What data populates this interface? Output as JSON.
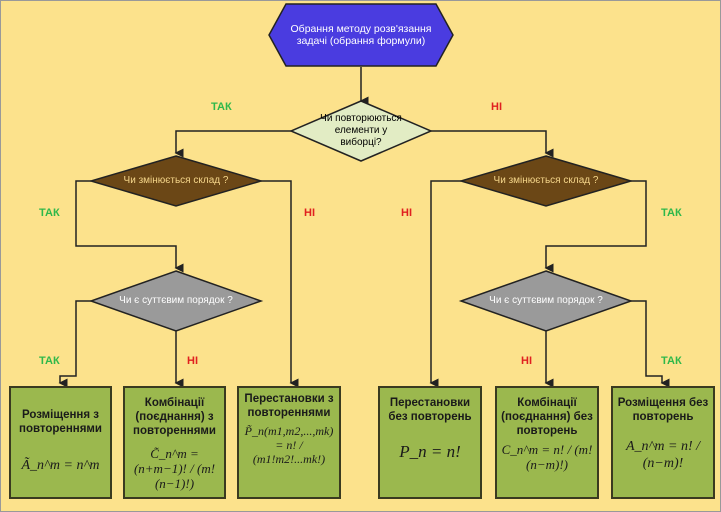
{
  "start": "Обрання методу розв'язання задачі (обрання формули)",
  "q_repeat": "Чи повторюються елементи у виборці?",
  "q_change_left": "Чи змінюється склад ?",
  "q_change_right": "Чи змінюється склад ?",
  "q_order_left": "Чи є суттєвим порядок ?",
  "q_order_right": "Чи є суттєвим порядок ?",
  "yes": "ТАК",
  "no": "НІ",
  "boxes": [
    {
      "title": "Розміщення з повтореннями",
      "formula": "Ã_n^m = n^m"
    },
    {
      "title": "Комбінації (поєднання) з повтореннями",
      "formula": "C̃_n^m = (n+m−1)! / (m!(n−1)!)"
    },
    {
      "title": "Перестановки з повтореннями",
      "formula": "P̃_n(m1,m2,...,mk) = n! / (m1!m2!...mk!)"
    },
    {
      "title": "Перестановки без повторень",
      "formula": "P_n = n!"
    },
    {
      "title": "Комбінації (поєднання) без повторень",
      "formula": "C_n^m = n! / (m!(n−m)!)"
    },
    {
      "title": "Розміщення без повторень",
      "formula": "A_n^m = n! / (n−m)!"
    }
  ],
  "colors": {
    "background": "#FCE28C",
    "start": "#4A3CE0",
    "decision_main": "#E2ECC4",
    "decision_brown": "#6B4716",
    "decision_gray": "#9A9A9A",
    "box": "#9BB84E",
    "yes": "#2FB84A",
    "no": "#E02020"
  }
}
